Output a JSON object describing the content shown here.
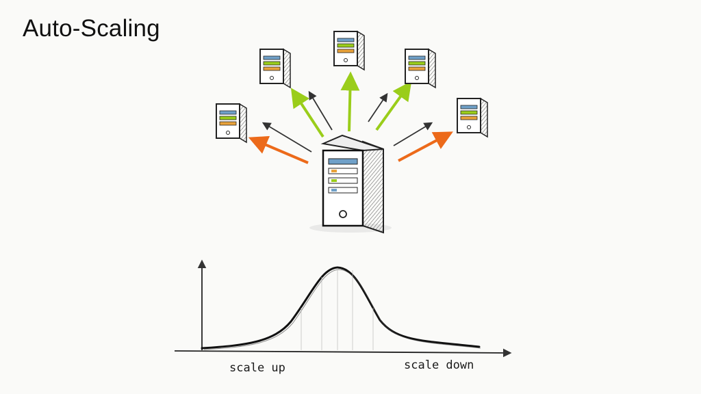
{
  "title": "Auto-Scaling",
  "colors": {
    "ink": "#1a1a1a",
    "scale_out_arrow": "#9acd1a",
    "scale_in_arrow": "#ec6a1a",
    "neutral_arrow": "#333333",
    "server_accent": "#6fa0c8",
    "server_led": "#e8a23a"
  },
  "icons": {
    "main_server": "server-tower-icon",
    "instance": "server-instance-icon"
  },
  "curve": {
    "label_left": "scale up",
    "label_right": "scale down"
  }
}
